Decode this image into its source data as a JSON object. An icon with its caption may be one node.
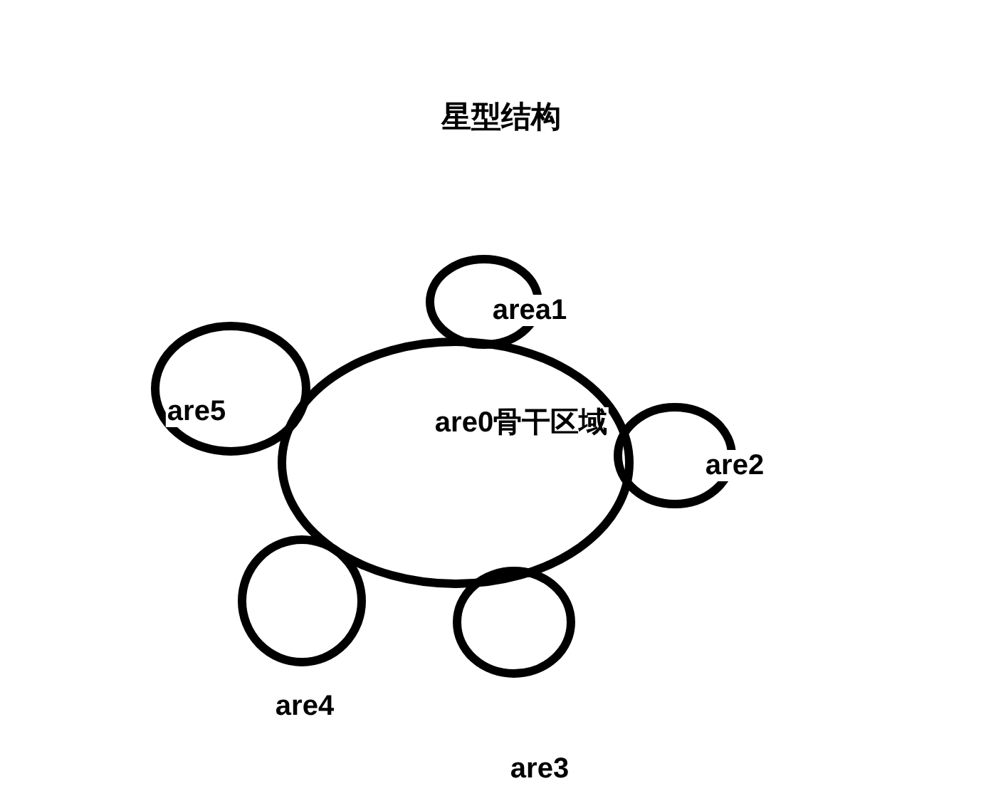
{
  "diagram": {
    "title": "星型结构",
    "nodes": [
      {
        "text": [
          "are0骨干区域"
        ]
      },
      {
        "text": [
          "area1"
        ]
      },
      {
        "text": [
          "are2"
        ]
      },
      {
        "text": [
          "are3"
        ]
      },
      {
        "text": [
          "are4"
        ]
      },
      {
        "text": [
          "are5"
        ]
      }
    ]
  }
}
